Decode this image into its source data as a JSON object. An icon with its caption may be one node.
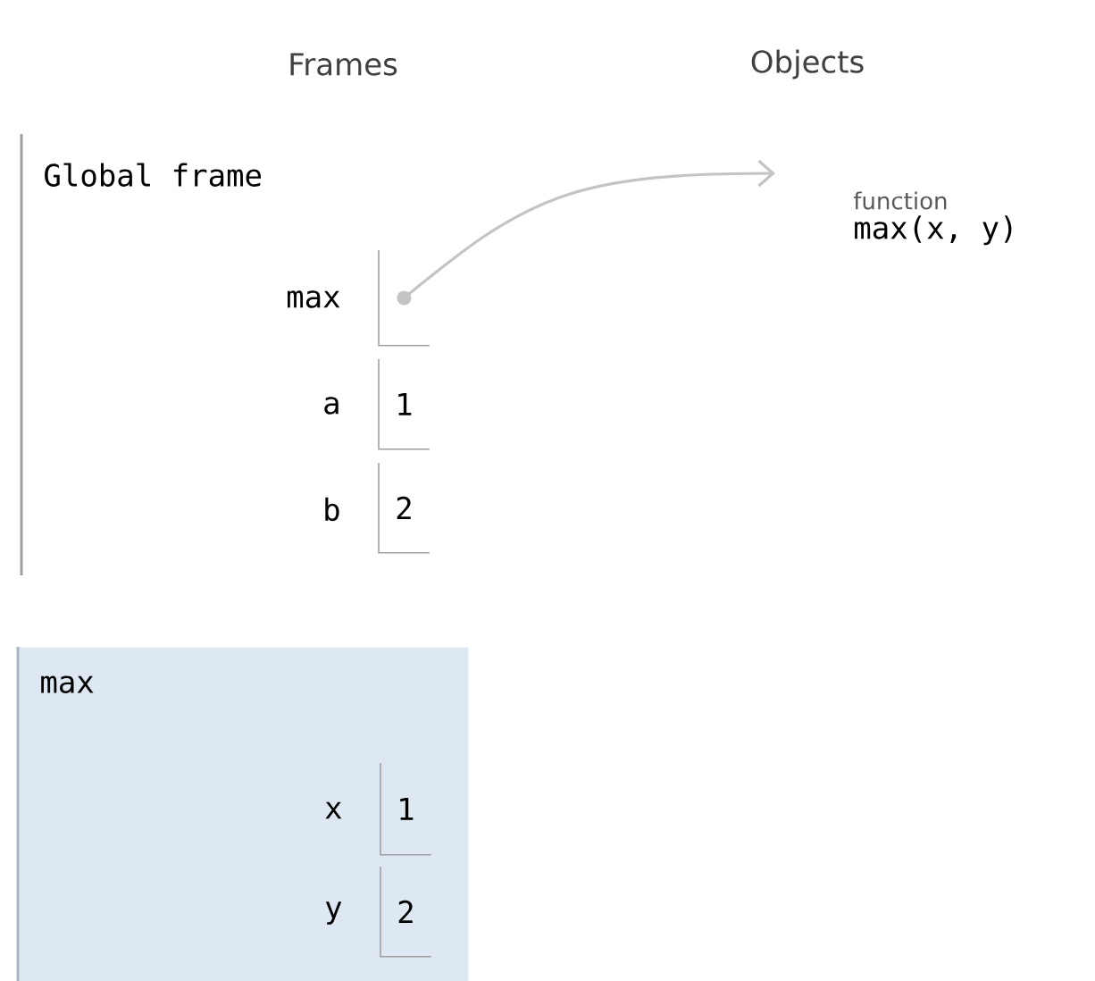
{
  "diagram": {
    "nodes": [
      {
        "text": [
          "Global frame"
        ]
      },
      {
        "text": [],
        "shape": "box",
        "in": 0,
        "beside": [
          "max"
        ]
      },
      {
        "text": [
          "1"
        ],
        "in": 0,
        "beside": [
          "a"
        ]
      },
      {
        "text": [
          "2"
        ],
        "in": 0,
        "beside": [
          "b"
        ]
      },
      {
        "text": [
          "max"
        ]
      },
      {
        "text": [
          "1"
        ],
        "in": 4,
        "beside": [
          "x"
        ]
      },
      {
        "text": [
          "2"
        ],
        "in": 4,
        "beside": [
          "y"
        ]
      },
      {
        "text": [
          "function",
          "max(x, y)"
        ]
      }
    ],
    "edges": [
      {
        "from": 1,
        "to": 7,
        "arrow": "to"
      }
    ],
    "labels": [
      "Frames",
      "Objects"
    ]
  }
}
